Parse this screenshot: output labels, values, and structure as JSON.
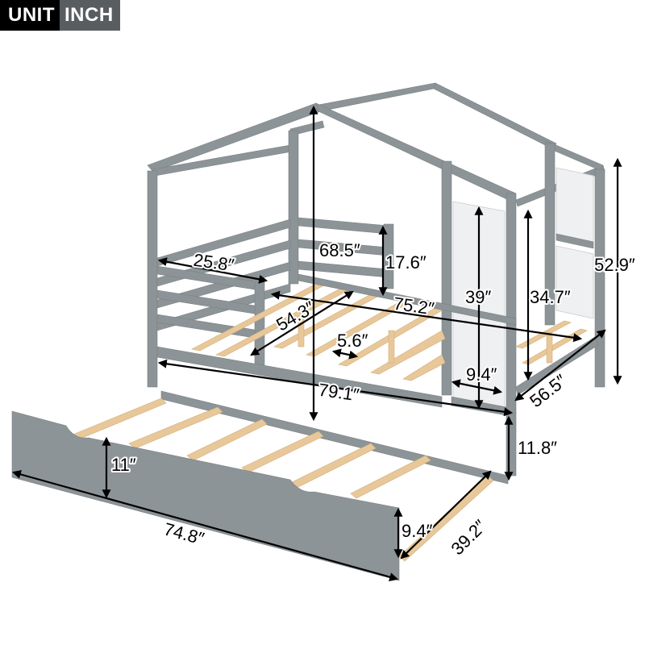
{
  "badge": {
    "label": "UNIT",
    "value": "INCH"
  },
  "colors": {
    "frame": "#8d9497",
    "slat": "#e8c89a",
    "panel": "#eef0f2",
    "dimension": "#000000",
    "badge_label_bg": "#000000",
    "badge_value_bg": "#5a5d60"
  },
  "dimensions": {
    "guardrail_length": "25.8″",
    "total_height_inner": "68.5″",
    "guardrail_height": "17.6″",
    "inner_width": "54.3″",
    "inner_length": "75.2″",
    "slat_gap": "5.6″",
    "door_opening_height": "39″",
    "side_rail_height": "34.7″",
    "total_height": "52.9″",
    "door_width": "9.4″",
    "total_width": "56.5″",
    "total_length": "79.1″",
    "clearance_height": "11.8″",
    "trundle_height": "11″",
    "trundle_length": "74.8″",
    "trundle_side_height": "9.4″",
    "trundle_width": "39.2″"
  }
}
